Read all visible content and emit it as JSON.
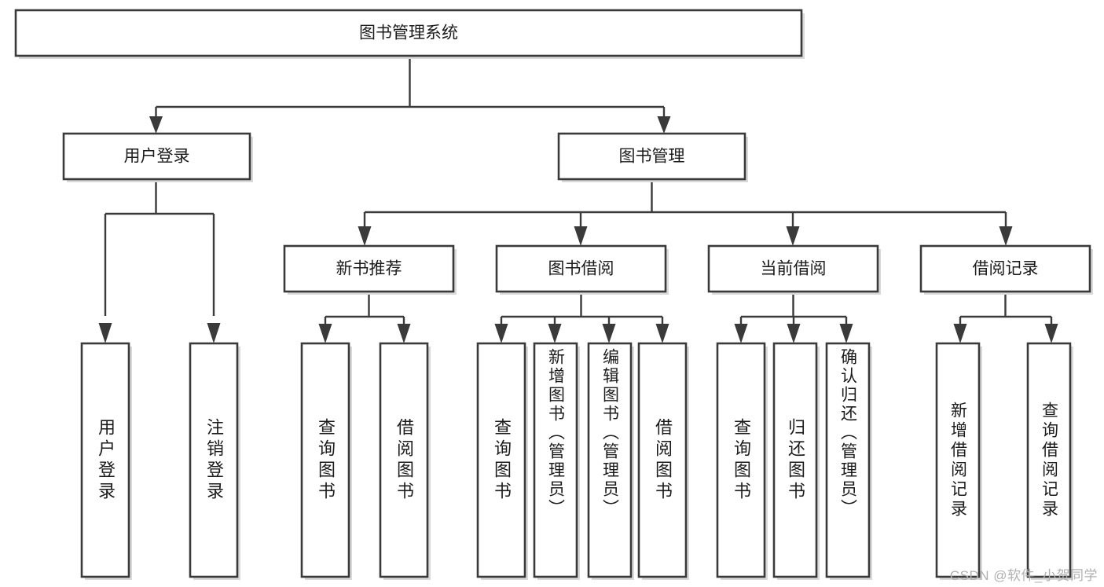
{
  "diagram": {
    "type": "tree-hierarchy-flowchart",
    "title": "图书管理系统",
    "watermark": "CSDN @软件_小贺同学",
    "colors": {
      "box_stroke": "#3a3a3a",
      "box_fill": "#ffffff",
      "text": "#1b1b1b",
      "background": "#ffffff",
      "watermark": "#b0b0b0"
    },
    "levels": [
      {
        "level": 1,
        "nodes": [
          {
            "id": "root",
            "label": "图书管理系统",
            "orientation": "horizontal"
          }
        ]
      },
      {
        "level": 2,
        "nodes": [
          {
            "id": "user-login",
            "label": "用户登录",
            "parent": "root",
            "orientation": "horizontal"
          },
          {
            "id": "book-manage",
            "label": "图书管理",
            "parent": "root",
            "orientation": "horizontal"
          }
        ]
      },
      {
        "level": 3,
        "nodes": [
          {
            "id": "new-book-rec",
            "label": "新书推荐",
            "parent": "book-manage",
            "orientation": "horizontal"
          },
          {
            "id": "book-borrow",
            "label": "图书借阅",
            "parent": "book-manage",
            "orientation": "horizontal"
          },
          {
            "id": "current-borrow",
            "label": "当前借阅",
            "parent": "book-manage",
            "orientation": "horizontal"
          },
          {
            "id": "borrow-record",
            "label": "借阅记录",
            "parent": "book-manage",
            "orientation": "horizontal"
          }
        ]
      },
      {
        "level": 4,
        "nodes": [
          {
            "id": "leaf-1",
            "label": "用户登录",
            "parent": "user-login",
            "orientation": "vertical"
          },
          {
            "id": "leaf-2",
            "label": "注销登录",
            "parent": "user-login",
            "orientation": "vertical"
          },
          {
            "id": "leaf-3",
            "label": "查询图书",
            "parent": "new-book-rec",
            "orientation": "vertical"
          },
          {
            "id": "leaf-4",
            "label": "借阅图书",
            "parent": "new-book-rec",
            "orientation": "vertical"
          },
          {
            "id": "leaf-5",
            "label": "查询图书",
            "parent": "book-borrow",
            "orientation": "vertical"
          },
          {
            "id": "leaf-6",
            "label": "新增图书（管理员）",
            "parent": "book-borrow",
            "orientation": "vertical"
          },
          {
            "id": "leaf-7",
            "label": "编辑图书（管理员）",
            "parent": "book-borrow",
            "orientation": "vertical"
          },
          {
            "id": "leaf-8",
            "label": "借阅图书",
            "parent": "book-borrow",
            "orientation": "vertical"
          },
          {
            "id": "leaf-9",
            "label": "查询图书",
            "parent": "current-borrow",
            "orientation": "vertical"
          },
          {
            "id": "leaf-10",
            "label": "归还图书",
            "parent": "current-borrow",
            "orientation": "vertical"
          },
          {
            "id": "leaf-11",
            "label": "确认归还（管理员）",
            "parent": "current-borrow",
            "orientation": "vertical"
          },
          {
            "id": "leaf-12",
            "label": "新增借阅记录",
            "parent": "borrow-record",
            "orientation": "vertical"
          },
          {
            "id": "leaf-13",
            "label": "查询借阅记录",
            "parent": "borrow-record",
            "orientation": "vertical"
          }
        ]
      }
    ]
  }
}
